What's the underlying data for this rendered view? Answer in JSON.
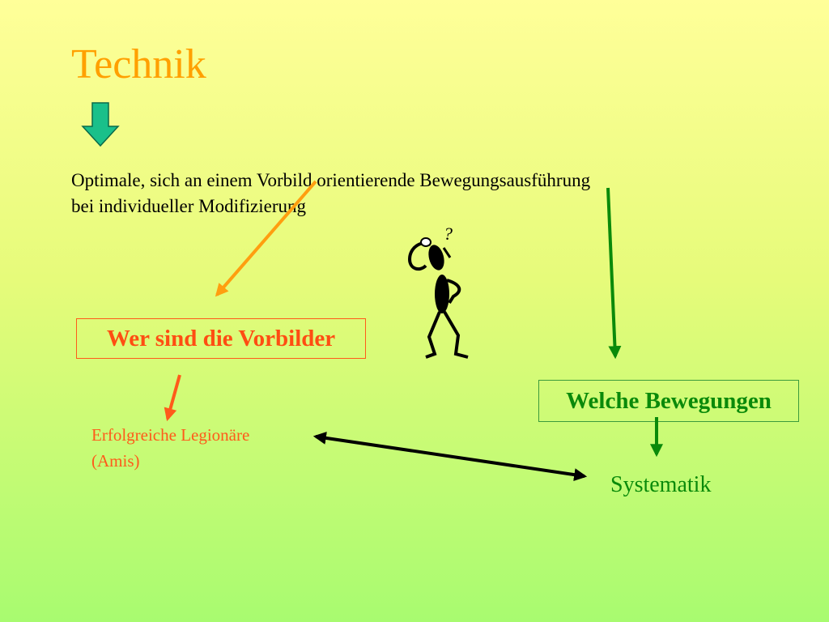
{
  "slide": {
    "title": "Technik",
    "definition_line1": "Optimale, sich an einem Vorbild orientierende Bewegungsausführung",
    "definition_line2": "bei individueller Modifizierung",
    "box_left": "Wer sind die Vorbilder",
    "box_right": "Welche Bewegungen",
    "legionaere_line1": "Erfolgreiche Legionäre",
    "legionaere_line2": "(Amis)",
    "systematik": "Systematik",
    "question_mark": "?"
  },
  "colors": {
    "title": "#ffa000",
    "orange_arrow": "#ff9e0f",
    "red_orange": "#ff5a1a",
    "green": "#0a8a0a",
    "teal_arrow": "#1ac08a",
    "black": "#000000"
  },
  "icons": [
    "down-arrow-icon",
    "thinking-figure-icon"
  ]
}
